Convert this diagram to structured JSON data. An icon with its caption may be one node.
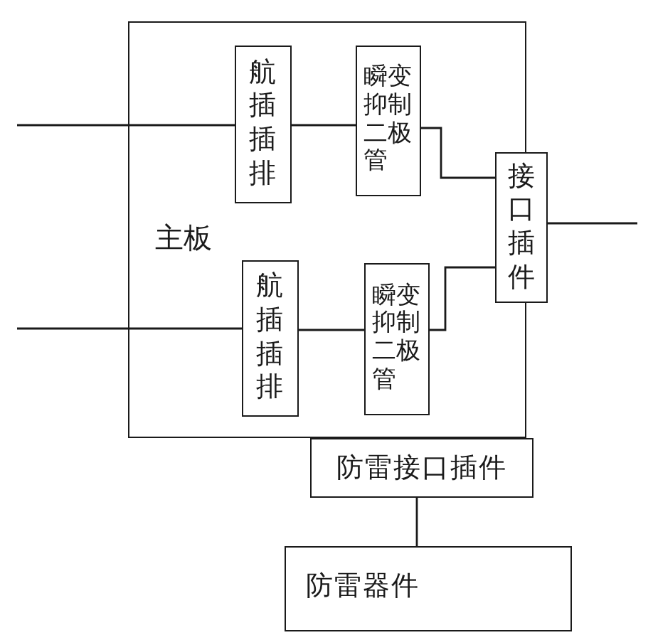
{
  "diagram": {
    "nodes": [
      {
        "text": [
          "主板"
        ]
      },
      {
        "text": [
          "航插插排"
        ],
        "in": 0
      },
      {
        "text": [
          "瞬变抑制二极管"
        ],
        "in": 0
      },
      {
        "text": [
          "航插插排"
        ],
        "in": 0
      },
      {
        "text": [
          "瞬变抑制二极管"
        ],
        "in": 0
      },
      {
        "text": [
          "接口插件"
        ]
      },
      {
        "text": [
          "防雷接口插件"
        ]
      },
      {
        "text": [
          "防雷器件"
        ]
      }
    ],
    "edges": [
      {
        "from": null,
        "to": 1,
        "arrow": "none"
      },
      {
        "from": 1,
        "to": 2,
        "arrow": "none"
      },
      {
        "from": 2,
        "to": 5,
        "arrow": "none"
      },
      {
        "from": null,
        "to": 3,
        "arrow": "none"
      },
      {
        "from": 3,
        "to": 4,
        "arrow": "none"
      },
      {
        "from": 4,
        "to": 5,
        "arrow": "none"
      },
      {
        "from": 5,
        "to": null,
        "arrow": "none"
      },
      {
        "from": 6,
        "to": 7,
        "arrow": "none"
      }
    ]
  }
}
